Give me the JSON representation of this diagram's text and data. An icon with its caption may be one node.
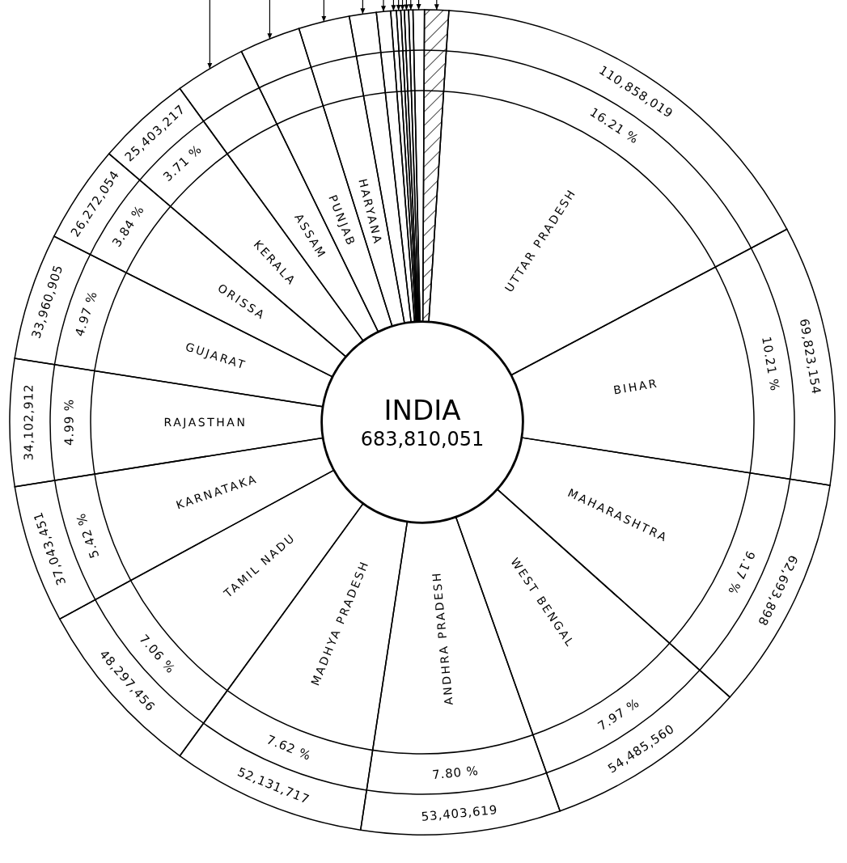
{
  "diagram": {
    "nodes": [
      {
        "text": [
          "INDIA",
          "683,810,051"
        ]
      },
      {
        "text": [
          "UTTAR PRADESH",
          "16.21 %",
          "110,858,019"
        ]
      },
      {
        "text": [
          "BIHAR",
          "10.21 %",
          "69,823,154"
        ]
      },
      {
        "text": [
          "MAHARASHTRA",
          "9.17 %",
          "62,693,898"
        ]
      },
      {
        "text": [
          "WEST BENGAL",
          "7.97 %",
          "54,485,560"
        ]
      },
      {
        "text": [
          "ANDHRA PRADESH",
          "7.80 %",
          "53,403,619"
        ]
      },
      {
        "text": [
          "MADHYA PRADESH",
          "7.62 %",
          "52,131,717"
        ]
      },
      {
        "text": [
          "TAMIL NADU",
          "7.06 %",
          "48,297,456"
        ]
      },
      {
        "text": [
          "KARNATAKA",
          "5.42 %",
          "37,043,451"
        ]
      },
      {
        "text": [
          "RAJASTHAN",
          "4.99 %",
          "34,102,912"
        ]
      },
      {
        "text": [
          "GUJARAT",
          "4.97 %",
          "33,960,905"
        ]
      },
      {
        "text": [
          "ORISSA",
          "3.84 %",
          "26,272,054"
        ]
      },
      {
        "text": [
          "KERALA",
          "3.71 %",
          "25,403,217"
        ]
      },
      {
        "text": [
          "ASSAM"
        ]
      },
      {
        "text": [
          "PUNJAB"
        ]
      },
      {
        "text": [
          "HARYANA"
        ]
      },
      {
        "text": [],
        "shape": "wedge"
      },
      {
        "text": [],
        "shape": "wedge"
      },
      {
        "text": [],
        "shape": "wedge"
      },
      {
        "text": [],
        "shape": "wedge"
      },
      {
        "text": [],
        "shape": "wedge"
      },
      {
        "text": [],
        "shape": "wedge"
      },
      {
        "text": [],
        "shape": "wedge"
      },
      {
        "text": [],
        "shape": "wedge"
      },
      {
        "text": [],
        "shape": "wedge"
      }
    ],
    "edges": [
      {
        "from": null,
        "to": 13,
        "arrow": "to"
      },
      {
        "from": null,
        "to": 14,
        "arrow": "to"
      },
      {
        "from": null,
        "to": 15,
        "arrow": "to"
      },
      {
        "from": null,
        "to": 16,
        "arrow": "to"
      },
      {
        "from": null,
        "to": 17,
        "arrow": "to"
      },
      {
        "from": null,
        "to": 18,
        "arrow": "to"
      },
      {
        "from": null,
        "to": 19,
        "arrow": "to"
      },
      {
        "from": null,
        "to": 20,
        "arrow": "to"
      },
      {
        "from": null,
        "to": 21,
        "arrow": "to"
      },
      {
        "from": null,
        "to": 22,
        "arrow": "to"
      },
      {
        "from": null,
        "to": 23,
        "arrow": "to"
      },
      {
        "from": null,
        "to": 24,
        "arrow": "to"
      }
    ]
  }
}
